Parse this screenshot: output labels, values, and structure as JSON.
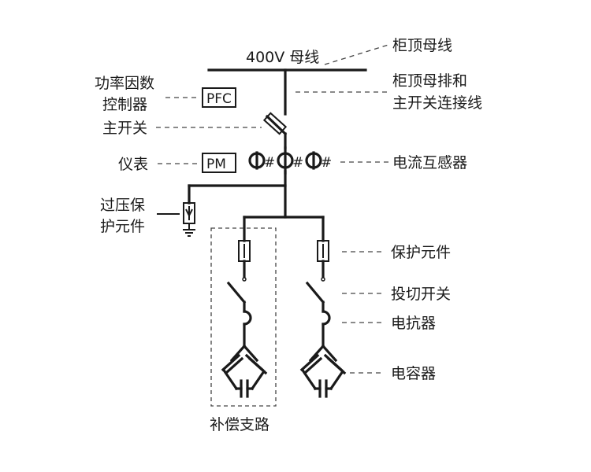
{
  "labels": {
    "busbar": "400V 母线",
    "cabinet_top_busbar": "柜顶母线",
    "top_bus_connection_line1": "柜顶母排和",
    "top_bus_connection_line2": "主开关连接线",
    "pfc_controller_line1": "功率因数",
    "pfc_controller_line2": "控制器",
    "pfc_box": "PFC",
    "main_switch": "主开关",
    "meter": "仪表",
    "pm_box": "PM",
    "current_transformer": "电流互感器",
    "overvoltage_line1": "过压保",
    "overvoltage_line2": "护元件",
    "protection_element": "保护元件",
    "switching_switch": "投切开关",
    "reactor": "电抗器",
    "capacitor": "电容器",
    "compensation_branch": "补偿支路"
  }
}
